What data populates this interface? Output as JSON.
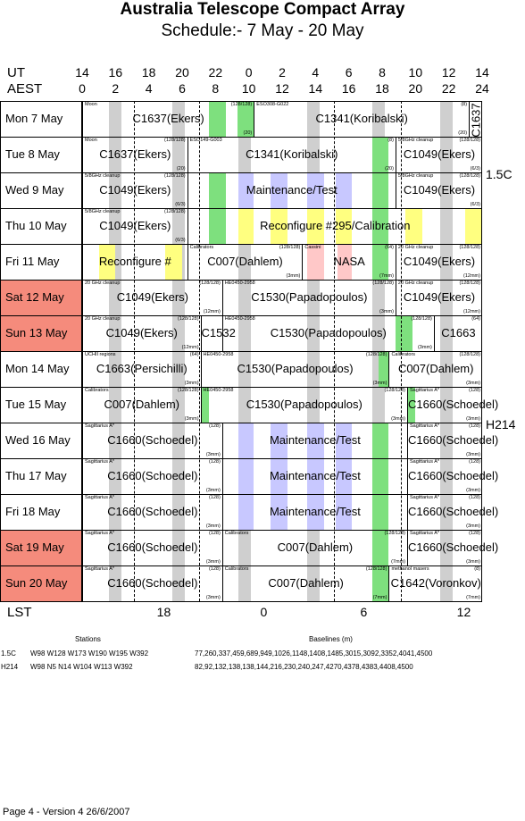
{
  "title": "Australia Telescope Compact Array",
  "subtitle": "Schedule:- 7  May - 20 May",
  "header": {
    "ut_label": "UT",
    "aest_label": "AEST",
    "ut_ticks": [
      "14",
      "16",
      "18",
      "20",
      "22",
      "0",
      "2",
      "4",
      "6",
      "8",
      "10",
      "12",
      "14"
    ],
    "aest_ticks": [
      "0",
      "2",
      "4",
      "6",
      "8",
      "10",
      "12",
      "14",
      "16",
      "18",
      "20",
      "22",
      "24"
    ]
  },
  "days": [
    {
      "label": "Mon  7  May",
      "weekend": false
    },
    {
      "label": "Tue  8  May",
      "weekend": false
    },
    {
      "label": "Wed  9  May",
      "weekend": false
    },
    {
      "label": "Thu  10 May",
      "weekend": false
    },
    {
      "label": "Fri   11 May",
      "weekend": false
    },
    {
      "label": "Sat  12 May",
      "weekend": true
    },
    {
      "label": "Sun  13 May",
      "weekend": true
    },
    {
      "label": "Mon  14 May",
      "weekend": false
    },
    {
      "label": "Tue  15 May",
      "weekend": false
    },
    {
      "label": "Wed  16 May",
      "weekend": false
    },
    {
      "label": "Thu  17 May",
      "weekend": false
    },
    {
      "label": "Fri   18 May",
      "weekend": false
    },
    {
      "label": "Sat  19 May",
      "weekend": true
    },
    {
      "label": "Sun  20 May",
      "weekend": true
    }
  ],
  "programs": [
    {
      "row": 0,
      "start": 0,
      "end": 10.3,
      "name": "C1637(Ekers)",
      "note": "Moon",
      "count": "(128/128)",
      "freq": "(20)"
    },
    {
      "row": 0,
      "start": 10.3,
      "end": 23.2,
      "name": "C1341(Koribalski)",
      "note": "ESO308-G022",
      "count": "(8)",
      "freq": "(20)"
    },
    {
      "row": 0,
      "start": 23.2,
      "end": 24,
      "name": "C1637",
      "note": "",
      "count": "",
      "freq": ""
    },
    {
      "row": 1,
      "start": 0,
      "end": 6.3,
      "name": "C1637(Ekers)",
      "note": "Moon",
      "count": "(128/128)",
      "freq": "(20)"
    },
    {
      "row": 1,
      "start": 6.3,
      "end": 18.8,
      "name": "C1341(Koribalski)",
      "note": "ESO149-G003",
      "count": "(8)",
      "freq": "(20)"
    },
    {
      "row": 1,
      "start": 18.8,
      "end": 24,
      "name": "C1049(Ekers)",
      "note": "5/8GHz cleanup",
      "count": "(128/128)",
      "freq": "(6/3)"
    },
    {
      "row": 2,
      "start": 0,
      "end": 6.3,
      "name": "C1049(Ekers)",
      "note": "5/8GHz cleanup",
      "count": "(128/128)",
      "freq": "(6/3)"
    },
    {
      "row": 2,
      "start": 6.3,
      "end": 18.8,
      "name": "Maintenance/Test",
      "note": "",
      "count": "",
      "freq": ""
    },
    {
      "row": 2,
      "start": 18.8,
      "end": 24,
      "name": "C1049(Ekers)",
      "note": "5/8GHz cleanup",
      "count": "(128/128)",
      "freq": "(6/3)"
    },
    {
      "row": 3,
      "start": 0,
      "end": 6.3,
      "name": "C1049(Ekers)",
      "note": "5/8GHz cleanup",
      "count": "(128/128)",
      "freq": "(6/3)"
    },
    {
      "row": 3,
      "start": 6.3,
      "end": 24,
      "name": "Reconfigure #295/Calibration",
      "note": "",
      "count": "",
      "freq": ""
    },
    {
      "row": 4,
      "start": 0,
      "end": 6.3,
      "name": "Reconfigure #",
      "note": "",
      "count": "",
      "freq": ""
    },
    {
      "row": 4,
      "start": 6.3,
      "end": 13.2,
      "name": "C007(Dahlem)",
      "note": "Calibrators",
      "count": "(128/128)",
      "freq": "(3mm)"
    },
    {
      "row": 4,
      "start": 13.2,
      "end": 18.8,
      "name": "NASA",
      "note": "Cassini",
      "count": "(64)",
      "freq": "(7mm)"
    },
    {
      "row": 4,
      "start": 18.8,
      "end": 24,
      "name": "C1049(Ekers)",
      "note": "20 GHz cleanup",
      "count": "(128/128)",
      "freq": "(12mm)"
    },
    {
      "row": 5,
      "start": 0,
      "end": 8.4,
      "name": "C1049(Ekers)",
      "note": "20 GHz cleanup",
      "count": "(128/128)",
      "freq": "(12mm)"
    },
    {
      "row": 5,
      "start": 8.4,
      "end": 18.8,
      "name": "C1530(Papadopoulos)",
      "note": "HE0450-2958",
      "count": "(128/128)",
      "freq": "(3mm)"
    },
    {
      "row": 5,
      "start": 18.8,
      "end": 24,
      "name": "C1049(Ekers)",
      "note": "20 GHz cleanup",
      "count": "(128/128)",
      "freq": "(12mm)"
    },
    {
      "row": 6,
      "start": 0,
      "end": 7.1,
      "name": "C1049(Ekers)",
      "note": "20 GHz cleanup",
      "count": "(128/128)",
      "freq": "(12mm)"
    },
    {
      "row": 6,
      "start": 7.1,
      "end": 8.4,
      "name": "C1532",
      "note": "",
      "count": "",
      "freq": ""
    },
    {
      "row": 6,
      "start": 8.4,
      "end": 21.1,
      "name": "C1530(Papadopoulos)",
      "note": "HE0450-2958",
      "count": "(128/128)",
      "freq": "(3mm)"
    },
    {
      "row": 6,
      "start": 21.1,
      "end": 24,
      "name": "C1663",
      "note": "",
      "count": "(64)",
      "freq": ""
    },
    {
      "row": 7,
      "start": 0,
      "end": 7.1,
      "name": "C1663(Persichilli)",
      "note": "UCHII regions",
      "count": "(64)",
      "freq": "(3mm)"
    },
    {
      "row": 7,
      "start": 7.1,
      "end": 18.4,
      "name": "C1530(Papadopoulos)",
      "note": "HE0450-2958",
      "count": "(128/128)",
      "freq": "(3mm)"
    },
    {
      "row": 7,
      "start": 18.4,
      "end": 24,
      "name": "C007(Dahlem)",
      "note": "Calibrators",
      "count": "(128/128)",
      "freq": "(3mm)"
    },
    {
      "row": 8,
      "start": 0,
      "end": 7.1,
      "name": "C007(Dahlem)",
      "note": "Calibrators",
      "count": "(128/128)",
      "freq": "(3mm)"
    },
    {
      "row": 8,
      "start": 7.1,
      "end": 19.5,
      "name": "C1530(Papadopoulos)",
      "note": "HE0450-2958",
      "count": "(128/128)",
      "freq": "(3mm)"
    },
    {
      "row": 8,
      "start": 19.5,
      "end": 24,
      "name": "C1660(Schoedel)",
      "note": "Sagittarius A*",
      "count": "(128)",
      "freq": "(3mm)"
    },
    {
      "row": 9,
      "start": 0,
      "end": 8.4,
      "name": "C1660(Schoedel)",
      "note": "Sagittarius A*",
      "count": "(128)",
      "freq": "(3mm)"
    },
    {
      "row": 9,
      "start": 8.4,
      "end": 19.5,
      "name": "Maintenance/Test",
      "note": "",
      "count": "",
      "freq": ""
    },
    {
      "row": 9,
      "start": 19.5,
      "end": 24,
      "name": "C1660(Schoedel)",
      "note": "Sagittarius A*",
      "count": "(128)",
      "freq": "(3mm)"
    },
    {
      "row": 10,
      "start": 0,
      "end": 8.4,
      "name": "C1660(Schoedel)",
      "note": "Sagittarius A*",
      "count": "(128)",
      "freq": "(3mm)"
    },
    {
      "row": 10,
      "start": 8.4,
      "end": 19.5,
      "name": "Maintenance/Test",
      "note": "",
      "count": "",
      "freq": ""
    },
    {
      "row": 10,
      "start": 19.5,
      "end": 24,
      "name": "C1660(Schoedel)",
      "note": "Sagittarius A*",
      "count": "(128)",
      "freq": "(3mm)"
    },
    {
      "row": 11,
      "start": 0,
      "end": 8.4,
      "name": "C1660(Schoedel)",
      "note": "Sagittarius A*",
      "count": "(128)",
      "freq": "(3mm)"
    },
    {
      "row": 11,
      "start": 8.4,
      "end": 19.5,
      "name": "Maintenance/Test",
      "note": "",
      "count": "",
      "freq": ""
    },
    {
      "row": 11,
      "start": 19.5,
      "end": 24,
      "name": "C1660(Schoedel)",
      "note": "Sagittarius A*",
      "count": "(128)",
      "freq": "(3mm)"
    },
    {
      "row": 12,
      "start": 0,
      "end": 8.4,
      "name": "C1660(Schoedel)",
      "note": "Sagittarius A*",
      "count": "(128)",
      "freq": "(3mm)"
    },
    {
      "row": 12,
      "start": 8.4,
      "end": 19.5,
      "name": "C007(Dahlem)",
      "note": "Calibrators",
      "count": "(128/128)",
      "freq": "(7mm)"
    },
    {
      "row": 12,
      "start": 19.5,
      "end": 24,
      "name": "C1660(Schoedel)",
      "note": "Sagittarius A*",
      "count": "(128)",
      "freq": "(3mm)"
    },
    {
      "row": 13,
      "start": 0,
      "end": 8.4,
      "name": "C1660(Schoedel)",
      "note": "Sagittarius A*",
      "count": "(128)",
      "freq": "(3mm)"
    },
    {
      "row": 13,
      "start": 8.4,
      "end": 18.4,
      "name": "C007(Dahlem)",
      "note": "Calibrators",
      "count": "(128/128)",
      "freq": "(7mm)"
    },
    {
      "row": 13,
      "start": 18.4,
      "end": 24,
      "name": "C1642(Voronkov)",
      "note": "methanol masers",
      "count": "(8)",
      "freq": "(7mm)"
    }
  ],
  "configs": [
    {
      "label": "1.5C",
      "row": 2
    },
    {
      "label": "H214",
      "row": 9
    }
  ],
  "lst": {
    "label": "LST",
    "ticks": [
      {
        "label": "18",
        "ut": 18.9
      },
      {
        "label": "0",
        "ut": 0.9
      },
      {
        "label": "6",
        "ut": 6.9
      },
      {
        "label": "12",
        "ut": 12.9
      }
    ]
  },
  "legend": {
    "stations_header": "Stations",
    "baselines_header": "Baselines (m)",
    "rows": [
      {
        "config": "1.5C",
        "stations": "W98 W128 W173 W190 W195 W392",
        "baselines": "77,260,337,459,689,949,1026,1148,1408,1485,3015,3092,3352,4041,4500"
      },
      {
        "config": "H214",
        "stations": "W98 N5 N14 W104 W113 W392",
        "baselines": "82,92,132,138,138,144,216,230,240,247,4270,4378,4383,4408,4500"
      }
    ]
  },
  "footer": "Page 4 - Version 4  26/6/2007",
  "colors": {
    "weekend": "#f58b7c",
    "gray": "#cfcfcf",
    "green": "#7ee07e",
    "blue": "#c8c8ff",
    "yellow": "#ffff80",
    "pink": "#ffc8c8"
  }
}
